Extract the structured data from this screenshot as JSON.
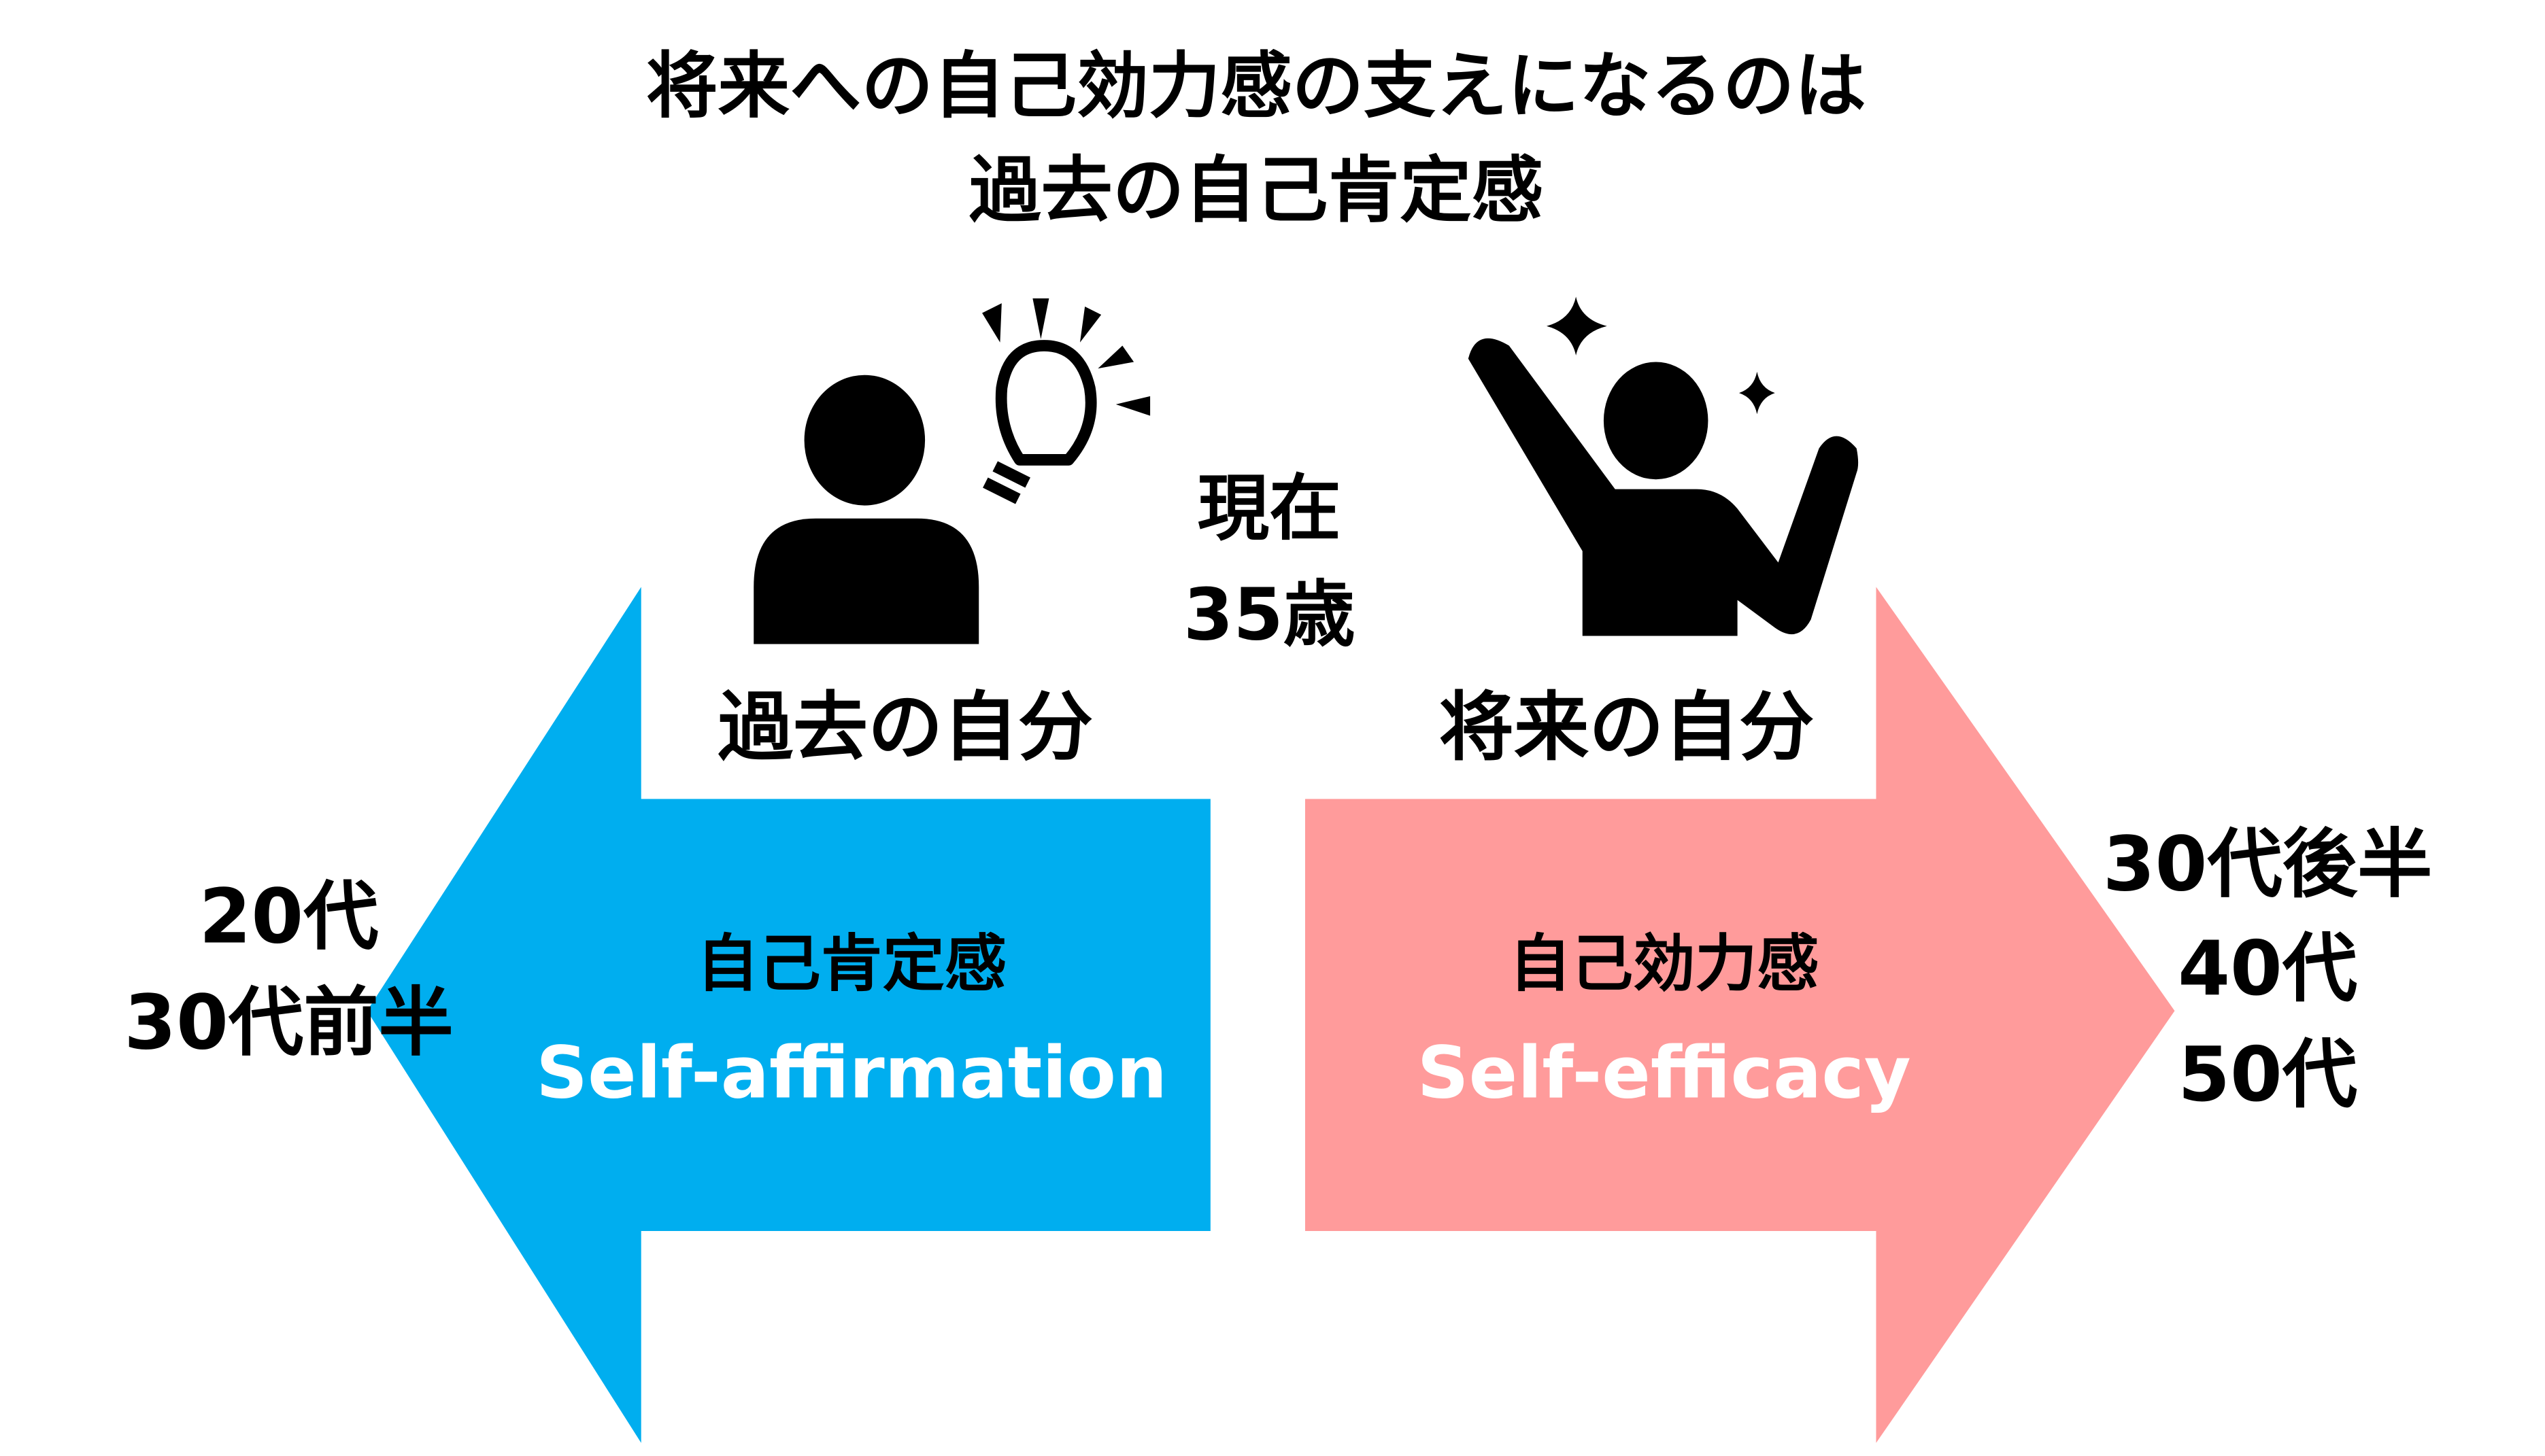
{
  "title": {
    "line1": "将来への自己効力感の支えになるのは",
    "line2": "過去の自己肯定感"
  },
  "present": {
    "label": "現在",
    "age": "35歳"
  },
  "past": {
    "heading": "過去の自分",
    "concept_jp": "自己肯定感",
    "concept_en": "Self-affirmation",
    "ages": [
      "20代",
      "30代前半"
    ],
    "color": "#00AEEF"
  },
  "future": {
    "heading": "将来の自分",
    "concept_jp": "自己効力感",
    "concept_en": "Self-efficacy",
    "ages": [
      "30代後半",
      "40代",
      "50代"
    ],
    "color": "#FF9B9B"
  },
  "icons": [
    "person-lightbulb-icon",
    "person-raising-arm-icon",
    "sparkle-icon"
  ]
}
